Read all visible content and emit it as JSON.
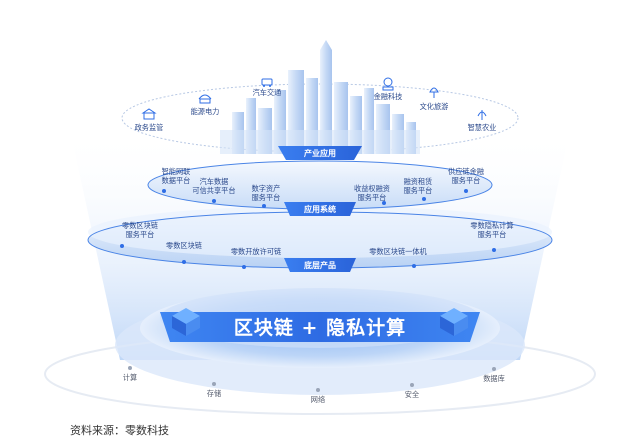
{
  "top_tier": {
    "badge": "产业应用",
    "items": [
      {
        "label": "政务监管",
        "icon": "government-icon"
      },
      {
        "label": "能源电力",
        "icon": "power-icon"
      },
      {
        "label": "汽车交通",
        "icon": "car-icon"
      },
      {
        "label": "金融科技",
        "icon": "finance-icon"
      },
      {
        "label": "文化旅游",
        "icon": "tourism-icon"
      },
      {
        "label": "智慧农业",
        "icon": "agriculture-icon"
      }
    ]
  },
  "middle_tier": {
    "badge": "应用系统",
    "items": [
      {
        "line1": "智能网联",
        "line2": "数据平台"
      },
      {
        "line1": "汽车数据",
        "line2": "可信共享平台"
      },
      {
        "line1": "数字资产",
        "line2": "服务平台"
      },
      {
        "line1": "收益权融资",
        "line2": "服务平台"
      },
      {
        "line1": "融资租赁",
        "line2": "服务平台"
      },
      {
        "line1": "供应链金融",
        "line2": "服务平台"
      }
    ]
  },
  "bottom_tier": {
    "badge": "底层产品",
    "items": [
      {
        "line1": "零数区块链",
        "line2": "服务平台"
      },
      {
        "line1": "零数区块链",
        "line2": ""
      },
      {
        "line1": "零数开放许可链",
        "line2": ""
      },
      {
        "line1": "零数区块链一体机",
        "line2": ""
      },
      {
        "line1": "零数隐私计算",
        "line2": "服务平台"
      }
    ]
  },
  "core": {
    "title": "区块链 + 隐私计算"
  },
  "base": {
    "items": [
      "计算",
      "存储",
      "网络",
      "安全",
      "数据库"
    ]
  },
  "source": "资料来源：零数科技",
  "colors": {
    "accent": "#2f6ee6",
    "light_blue": "#dbe8fb",
    "text_blue": "#2c4a8c"
  }
}
